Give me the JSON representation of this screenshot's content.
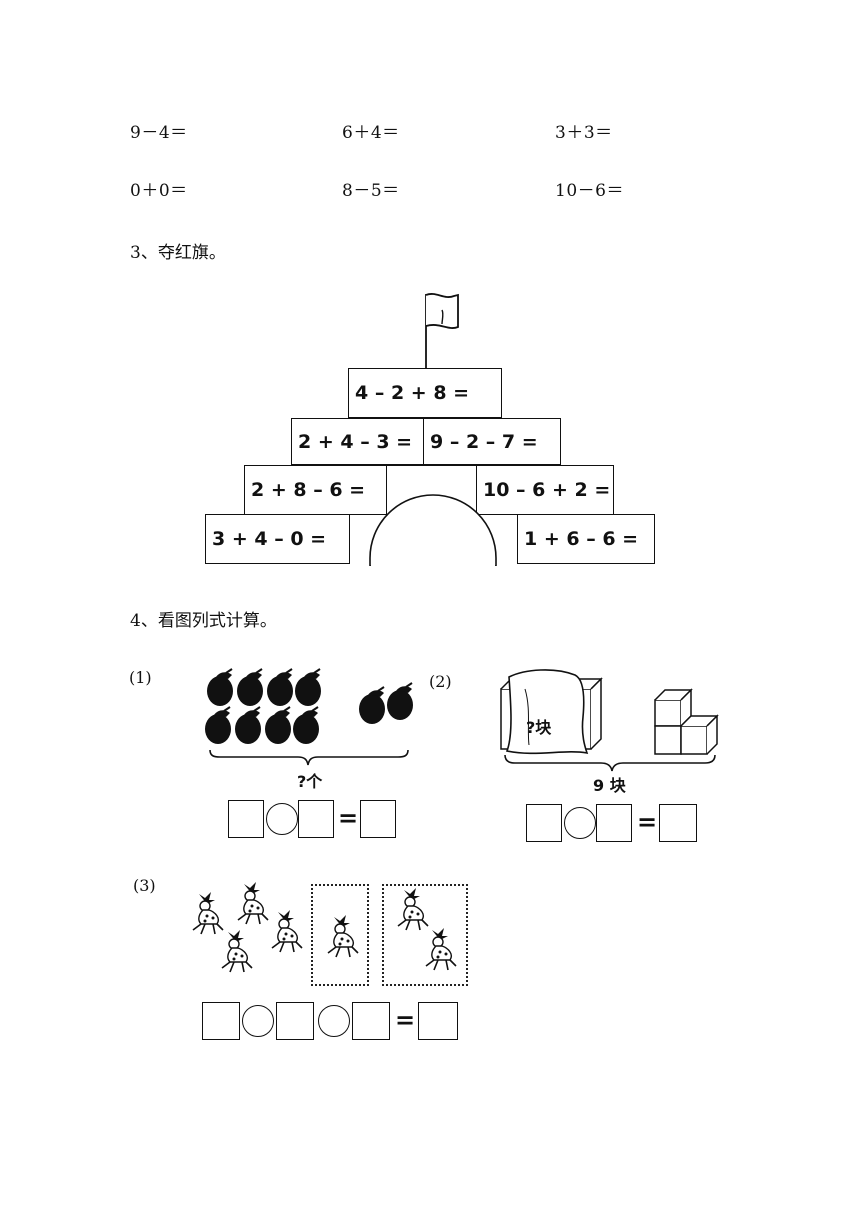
{
  "arithmetic": {
    "row1": [
      "9－4＝",
      "6＋4＝",
      "3＋3＝"
    ],
    "row2": [
      "0＋0＝",
      "8－5＝",
      "10－6＝"
    ]
  },
  "section3": {
    "title": "3、夺红旗。",
    "bricks": {
      "top": "4 – 2 + 8 =",
      "row2_left": "2 + 4 – 3 =",
      "row2_right": "9 – 2 – 7 =",
      "row3_left": "2 + 8 – 6 =",
      "row3_right": "10 – 6 + 2 =",
      "row4_left": "3 + 4 – 0 =",
      "row4_right": "1 + 6 – 6 ="
    }
  },
  "section4": {
    "title": "4、看图列式计算。",
    "p1": {
      "label": "(1)",
      "total": "?个"
    },
    "p2": {
      "label": "(2)",
      "hidden": "?块",
      "total": "9 块"
    },
    "p3": {
      "label": "(3)"
    },
    "equals": "="
  },
  "colors": {
    "ink": "#111111",
    "paper": "#ffffff"
  },
  "icons": [
    "flag-icon",
    "eggplant-icon",
    "cube-icon",
    "deer-icon"
  ]
}
